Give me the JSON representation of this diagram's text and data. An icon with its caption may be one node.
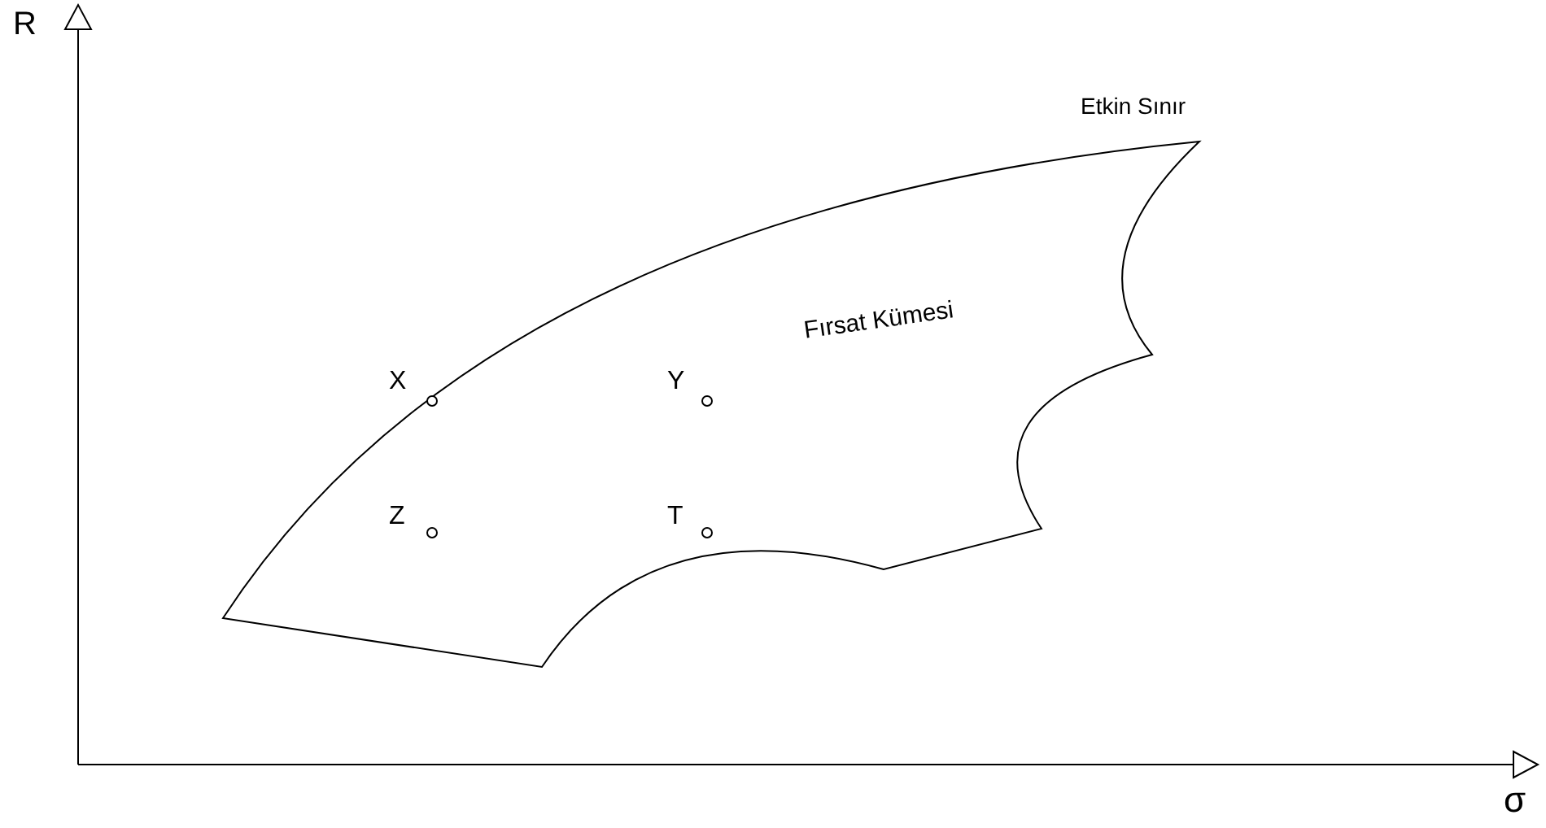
{
  "diagram": {
    "nodes": [
      {
        "text": [
          "Fırsat Kümesi"
        ]
      },
      {
        "text": [],
        "shape": "circle",
        "beside": [
          "X"
        ],
        "in": 0
      },
      {
        "text": [],
        "shape": "circle",
        "beside": [
          "Y"
        ],
        "in": 0
      },
      {
        "text": [],
        "shape": "circle",
        "beside": [
          "Z"
        ],
        "in": 0
      },
      {
        "text": [],
        "shape": "circle",
        "beside": [
          "T"
        ],
        "in": 0
      }
    ],
    "labels": [
      "R",
      "Etkin Sınır",
      "σ"
    ]
  }
}
